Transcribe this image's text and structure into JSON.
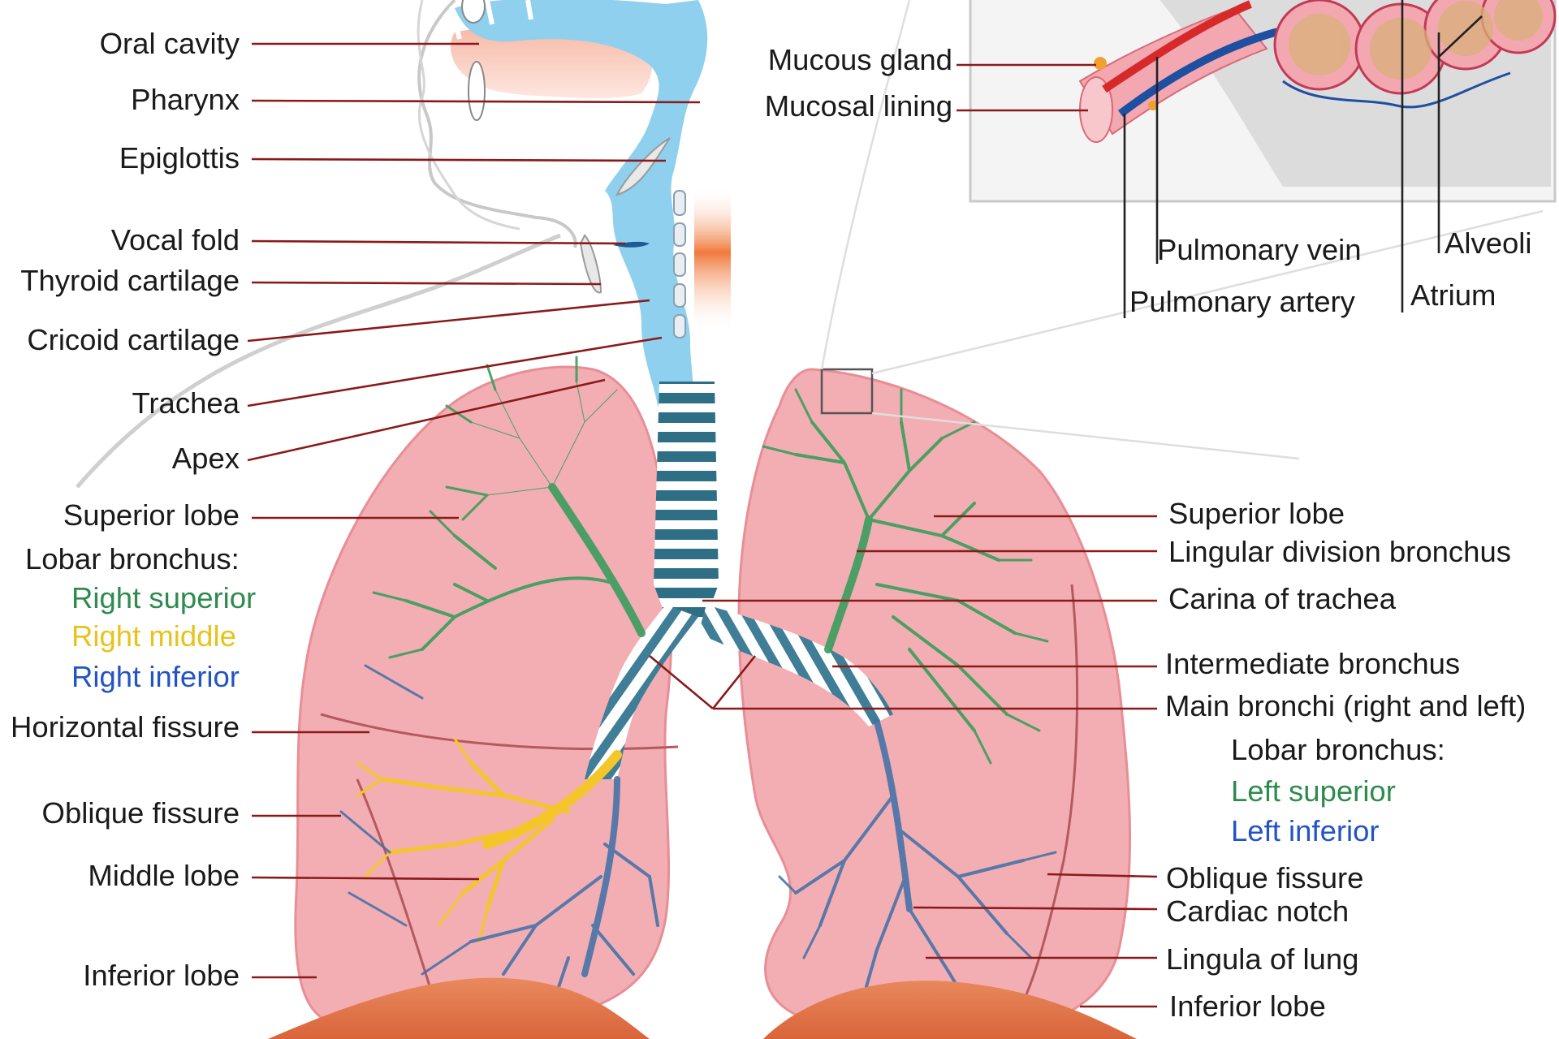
{
  "left_labels": {
    "oral_cavity": "Oral cavity",
    "pharynx": "Pharynx",
    "epiglottis": "Epiglottis",
    "vocal_fold": "Vocal fold",
    "thyroid_cartilage": "Thyroid cartilage",
    "cricoid_cartilage": "Cricoid cartilage",
    "trachea": "Trachea",
    "apex": "Apex",
    "superior_lobe": "Superior lobe",
    "lobar_bronchus": "Lobar bronchus:",
    "right_superior": "Right superior",
    "right_middle": "Right middle",
    "right_inferior": "Right inferior",
    "horizontal_fissure": "Horizontal fissure",
    "oblique_fissure": "Oblique fissure",
    "middle_lobe": "Middle lobe",
    "inferior_lobe": "Inferior lobe"
  },
  "right_labels": {
    "superior_lobe": "Superior lobe",
    "lingular_division_bronchus": "Lingular division bronchus",
    "carina_of_trachea": "Carina of trachea",
    "intermediate_bronchus": "Intermediate bronchus",
    "main_bronchi": "Main bronchi (right and left)",
    "lobar_bronchus": "Lobar bronchus:",
    "left_superior": "Left superior",
    "left_inferior": "Left inferior",
    "oblique_fissure": "Oblique fissure",
    "cardiac_notch": "Cardiac notch",
    "lingula_of_lung": "Lingula of lung",
    "inferior_lobe": "Inferior lobe"
  },
  "inset_labels": {
    "mucous_gland": "Mucous gland",
    "mucosal_lining": "Mucosal lining",
    "pulmonary_vein": "Pulmonary vein",
    "pulmonary_artery": "Pulmonary artery",
    "alveoli": "Alveoli",
    "atrium": "Atrium"
  },
  "colors": {
    "leader": "#8a1a1a",
    "airway": "#8fd0ee",
    "lung": "#f2aeb3",
    "bronchus_superior": "#3a9d5d",
    "bronchus_middle": "#f5c62a",
    "bronchus_inferior": "#3d6fa8",
    "diaphragm": "#e8825a"
  }
}
